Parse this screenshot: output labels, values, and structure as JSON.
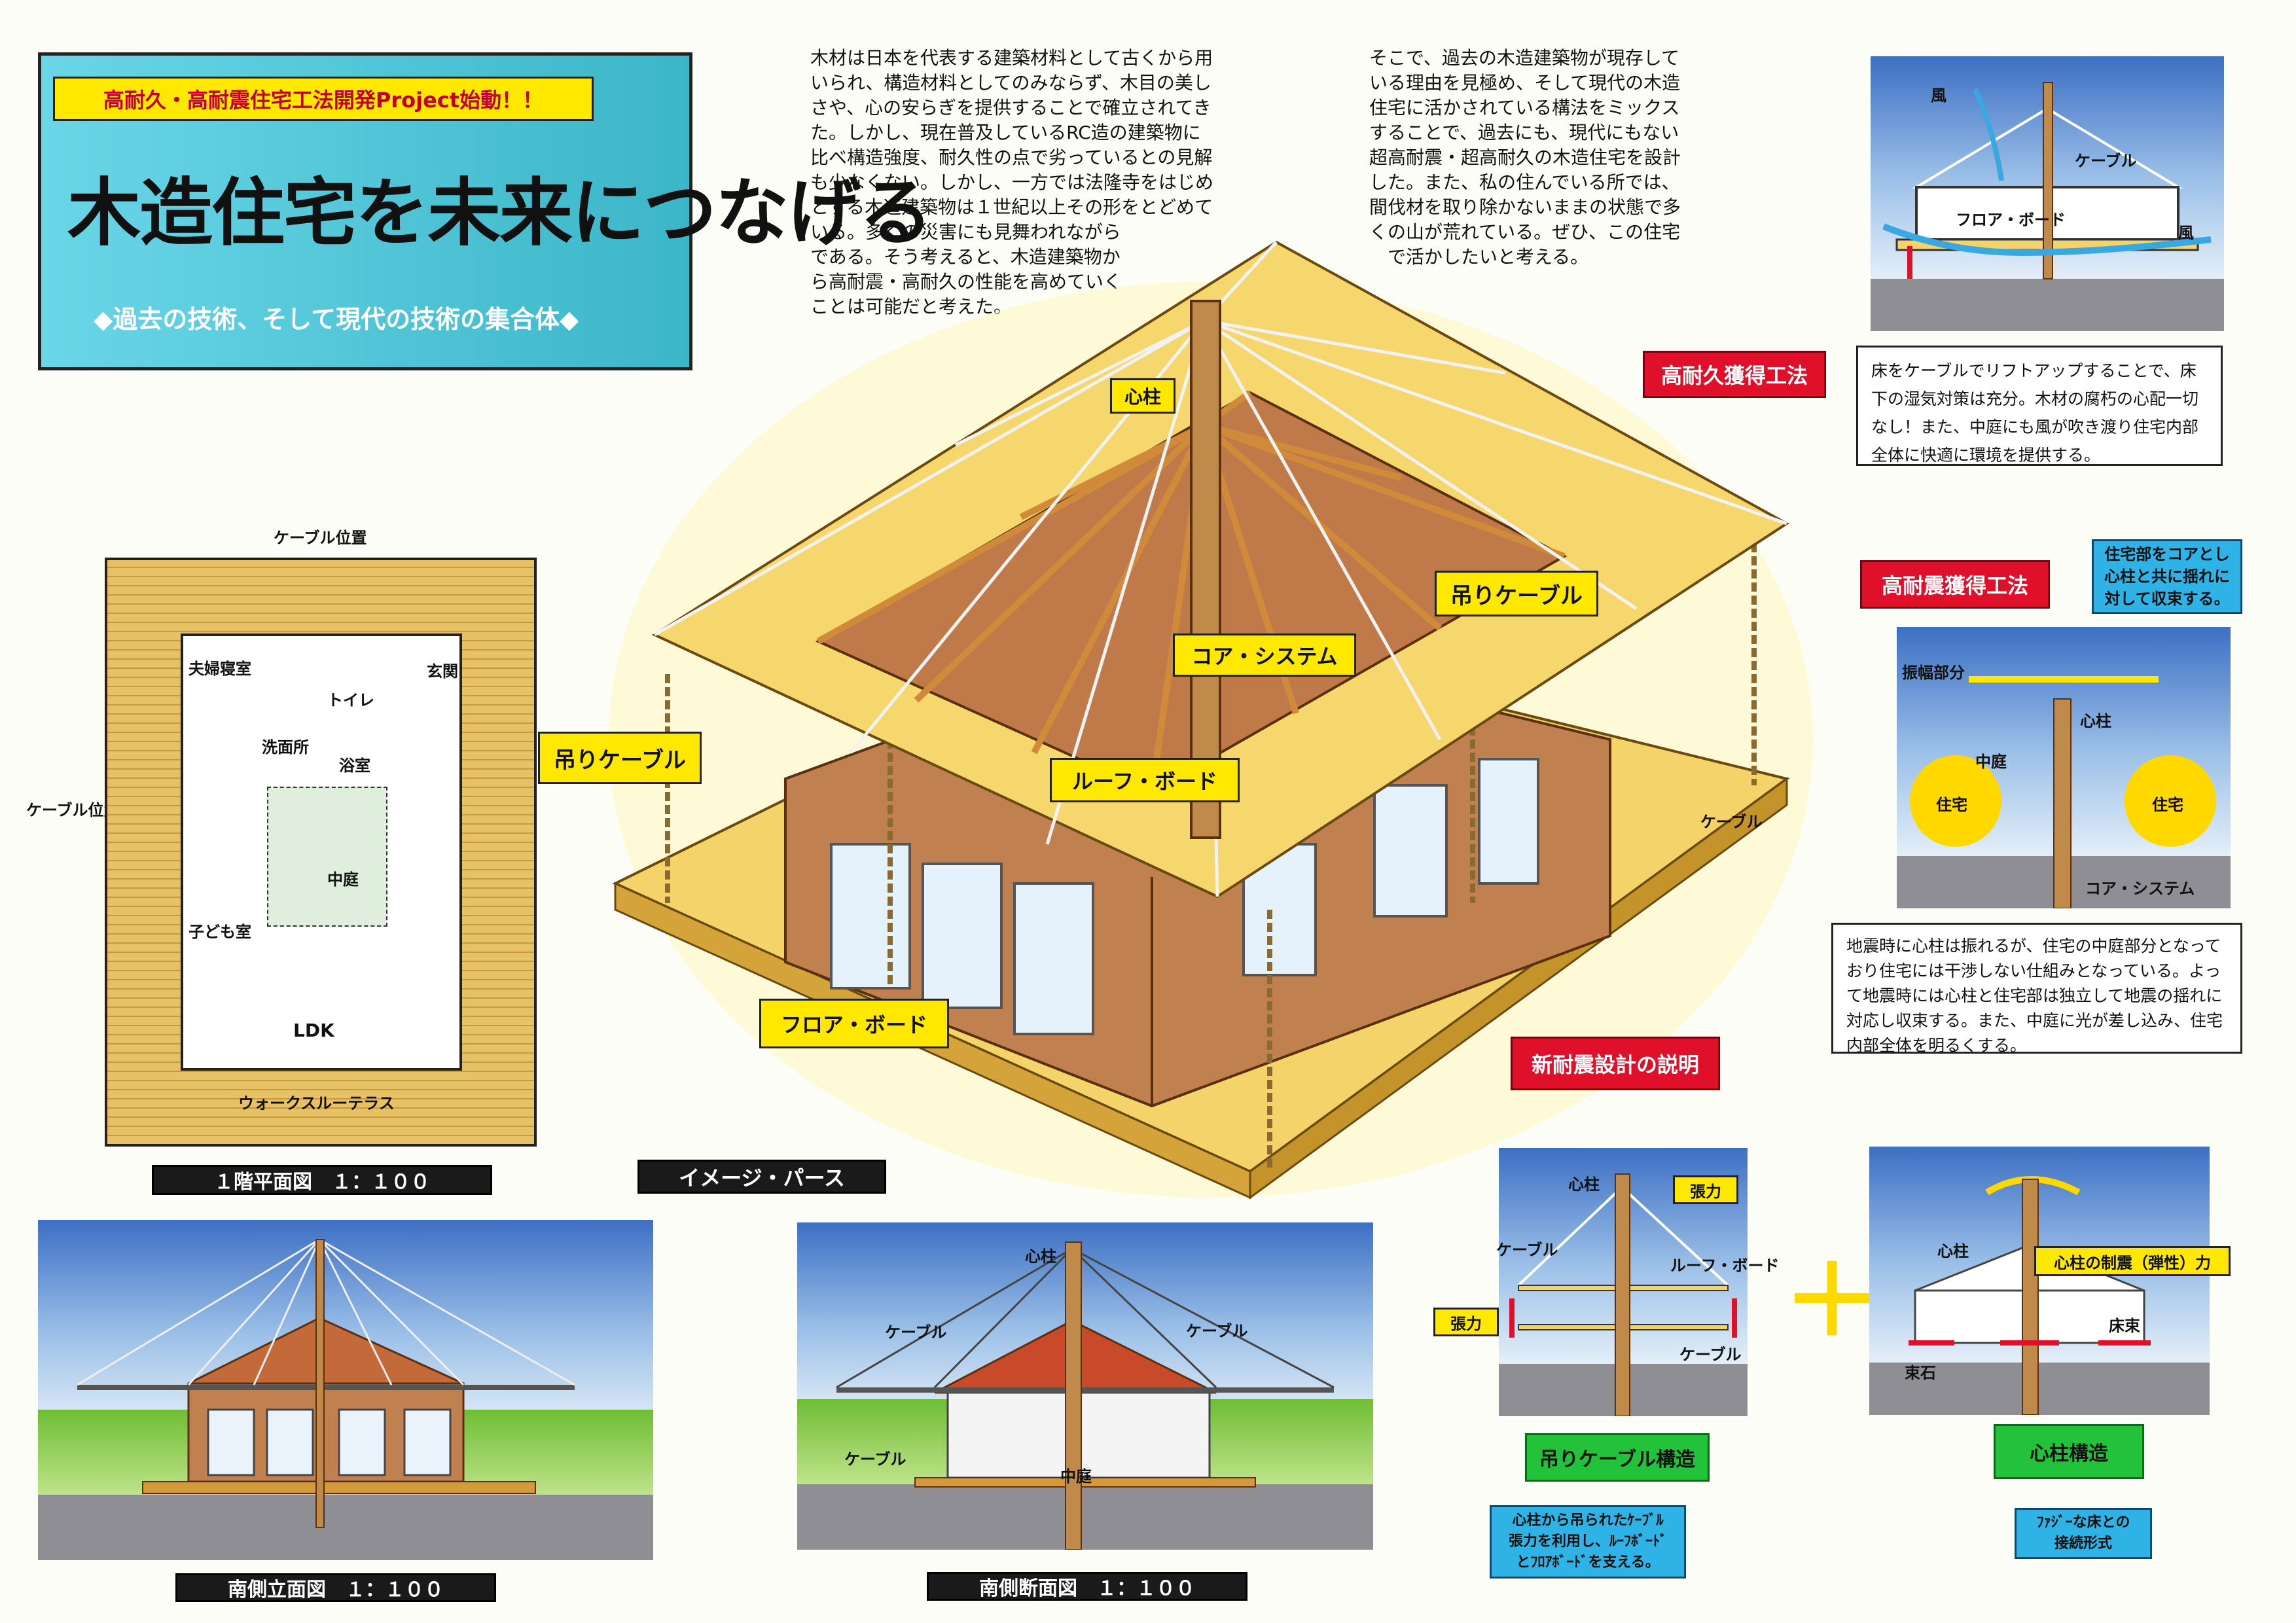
{
  "title_panel": {
    "project": "高耐久・高耐震住宅工法開発Project始動！！",
    "main_title": "木造住宅を未来につなげる",
    "subtitle": "◆過去の技術、そして現代の技術の集合体◆"
  },
  "intro_text": {
    "col1": "木材は日本を代表する建築材料として古くから用\nいられ、構造材料としてのみならず、木目の美し\nさや、心の安らぎを提供することで確立されてき\nた。しかし、現在普及しているRC造の建築物に\n比べ構造強度、耐久性の点で劣っているとの見解\nも少なくない。しかし、一方では法隆寺をはじめ\nとする木造建築物は１世紀以上その形をとどめて\nいる。多くの災害にも見舞われながら\nである。そう考えると、木造建築物か\nら高耐震・高耐久の性能を高めていく\nことは可能だと考えた。",
    "col2": "そこで、過去の木造建築物が現存して\nいる理由を見極め、そして現代の木造\n住宅に活かされている構法をミックス\nすることで、過去にも、現代にもない\n超高耐震・超高耐久の木造住宅を設計\nした。また、私の住んでいる所では、\n間伐材を取り除かないままの状態で多\nくの山が荒れている。ぜひ、この住宅\n　で活かしたいと考える。"
  },
  "perspective": {
    "caption": "イメージ・パース",
    "labels": {
      "core_pillar": "心柱",
      "hanging_cable_right": "吊りケーブル",
      "core_system": "コア・システム",
      "hanging_cable_left": "吊りケーブル",
      "roof_board": "ルーフ・ボード",
      "floor_board": "フロア・ボード",
      "cable": "ケーブル"
    }
  },
  "floor_plan": {
    "caption": "１階平面図　１：１００",
    "cable_top": "ケーブル位置",
    "cable_left": "ケーブル位置",
    "rooms": {
      "master": "夫婦寝室",
      "toilet": "トイレ",
      "entrance": "玄関",
      "washroom": "洗面所",
      "bath": "浴室",
      "courtyard": "中庭",
      "kids": "子ども室",
      "ldk": "LDK",
      "terrace": "ウォークスルーテラス"
    }
  },
  "elevation": {
    "caption": "南側立面図　１：１００"
  },
  "section": {
    "caption": "南側断面図　１：１００",
    "core": "心柱",
    "cable_l": "ケーブル",
    "cable_r": "ケーブル",
    "cable_low": "ケーブル",
    "courtyard": "中庭"
  },
  "durability": {
    "heading": "高耐久獲得工法",
    "wind1": "風",
    "wind2": "風",
    "cable": "ケーブル",
    "floor": "フロア・ボード",
    "note": "床をケーブルでリフトアップすることで、床下の湿気対策は充分。木材の腐朽の心配一切なし！また、中庭にも風が吹き渡り住宅内部全体に快適に環境を提供する。"
  },
  "seismic": {
    "heading": "高耐震獲得工法",
    "blue_note": "住宅部をコアとし\n心柱と共に揺れに\n対して収束する。",
    "swing": "振幅部分",
    "core": "心柱",
    "courtyard": "中庭",
    "house_l": "住宅",
    "house_r": "住宅",
    "core_system": "コア・システム",
    "note": "地震時に心柱は振れるが、住宅の中庭部分となっており住宅には干渉しない仕組みとなっている。よって地震時には心柱と住宅部は独立して地震の揺れに対応し収束する。また、中庭に光が差し込み、住宅内部全体を明るくする。"
  },
  "new_design": {
    "heading": "新耐震設計の説明",
    "left": {
      "core": "心柱",
      "tension_top": "張力",
      "cable": "ケーブル",
      "roof_board": "ルーフ・ボード",
      "tension_left": "張力",
      "cable_low": "ケーブル",
      "label": "吊りケーブル構造",
      "note": "心柱から吊られたｹｰﾌﾞﾙ\n張力を利用し、ﾙｰﾌﾎﾞｰﾄﾞ\nとﾌﾛｱﾎﾞｰﾄﾞを支える。"
    },
    "plus": "＋",
    "right": {
      "core": "心柱",
      "damping": "心柱の制震（弾性）力",
      "floor_beam": "床束",
      "stone": "束石",
      "label": "心柱構造",
      "note": "ﾌｧｼﾞｰな床との\n接続形式"
    }
  }
}
